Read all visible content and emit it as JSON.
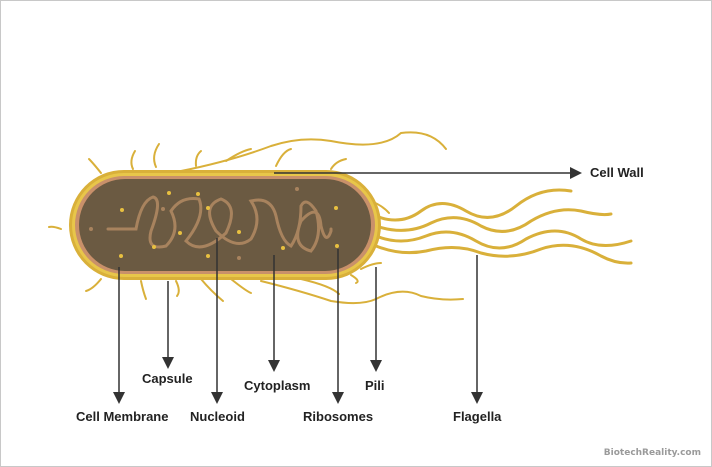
{
  "labels": {
    "cell_wall": "Cell Wall",
    "capsule": "Capsule",
    "cytoplasm": "Cytoplasm",
    "pili": "Pili",
    "cell_membrane": "Cell Membrane",
    "nucleoid": "Nucleoid",
    "ribosomes": "Ribosomes",
    "flagella": "Flagella"
  },
  "watermark": "BiotechReality.com",
  "colors": {
    "capsule": "#d9b03a",
    "membrane": "#c9906a",
    "cytoplasm": "#6b5a42",
    "nucleoid": "#a8835e",
    "ribosome": "#e8c040",
    "line": "#333333"
  }
}
